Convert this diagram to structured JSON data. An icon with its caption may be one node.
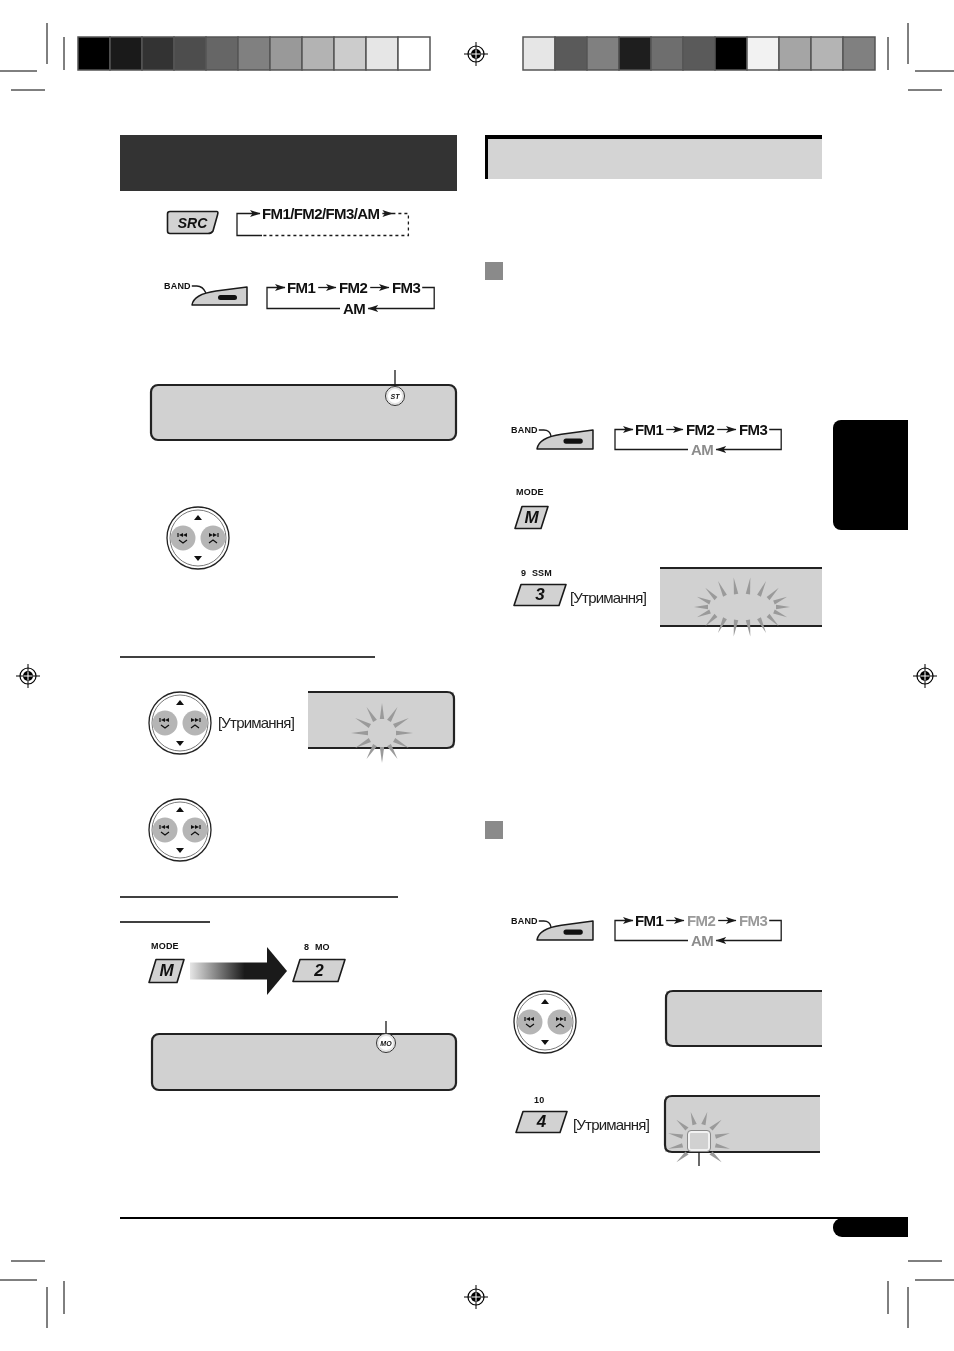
{
  "diagram": {
    "nodes": [
      {
        "text": [],
        "shape": "bar"
      },
      {
        "text": [
          "SRC"
        ]
      },
      {
        "text": [
          "FM1/FM2/FM3/AM"
        ]
      },
      {
        "text": [
          "BAND"
        ]
      },
      {
        "text": [],
        "shape": "button"
      },
      {
        "text": [
          "FM1"
        ]
      },
      {
        "text": [
          "FM2"
        ]
      },
      {
        "text": [
          "FM3"
        ]
      },
      {
        "text": [
          "AM"
        ]
      },
      {
        "text": [
          "ST"
        ]
      },
      {
        "text": [
          "M"
        ],
        "beside": [
          "MODE"
        ]
      },
      {
        "text": [
          "2"
        ],
        "beside": [
          "8 MO"
        ]
      },
      {
        "text": [
          "MO"
        ]
      },
      {
        "text": [],
        "shape": "bar"
      },
      {
        "text": [
          "BAND"
        ]
      },
      {
        "text": [],
        "shape": "button"
      },
      {
        "text": [
          "FM1"
        ]
      },
      {
        "text": [
          "FM2"
        ]
      },
      {
        "text": [
          "FM3"
        ]
      },
      {
        "text": [
          "AM"
        ]
      },
      {
        "text": [
          "M"
        ],
        "beside": [
          "MODE"
        ]
      },
      {
        "text": [
          "3"
        ],
        "beside": [
          "9 SSM",
          "[Утримання]"
        ]
      },
      {
        "text": [],
        "shape": "box"
      },
      {
        "text": [
          "BAND"
        ]
      },
      {
        "text": [],
        "shape": "button"
      },
      {
        "text": [
          "FM1"
        ]
      },
      {
        "text": [
          "FM2"
        ]
      },
      {
        "text": [
          "FM3"
        ]
      },
      {
        "text": [
          "AM"
        ]
      },
      {
        "text": [
          "4"
        ],
        "beside": [
          "10",
          "[Утримання]"
        ]
      },
      {
        "text": [],
        "shape": "box"
      },
      {
        "text": [],
        "shape": "box"
      }
    ],
    "edges": [
      {
        "from": 2,
        "to": 2,
        "arrow": "to",
        "style": "dashed"
      },
      {
        "from": 3,
        "to": 4,
        "arrow": "none"
      },
      {
        "from": 5,
        "to": 6,
        "arrow": "to"
      },
      {
        "from": 6,
        "to": 7,
        "arrow": "to"
      },
      {
        "from": 7,
        "to": 8,
        "arrow": "to"
      },
      {
        "from": 8,
        "to": 5,
        "arrow": "to"
      },
      {
        "from": null,
        "to": 9,
        "arrow": "none"
      },
      {
        "from": 10,
        "to": 11,
        "arrow": "to",
        "style": "thick"
      },
      {
        "from": null,
        "to": 12,
        "arrow": "none"
      },
      {
        "from": 14,
        "to": 15,
        "arrow": "none"
      },
      {
        "from": 16,
        "to": 17,
        "arrow": "to"
      },
      {
        "from": 17,
        "to": 18,
        "arrow": "to"
      },
      {
        "from": 18,
        "to": 19,
        "arrow": "to"
      },
      {
        "from": 19,
        "to": 16,
        "arrow": "to"
      },
      {
        "from": 23,
        "to": 24,
        "arrow": "none"
      },
      {
        "from": 25,
        "to": 26,
        "arrow": "to"
      },
      {
        "from": 26,
        "to": 27,
        "arrow": "to"
      },
      {
        "from": 27,
        "to": 28,
        "arrow": "to"
      },
      {
        "from": 28,
        "to": 25,
        "arrow": "to"
      },
      {
        "from": null,
        "to": 30,
        "arrow": "none"
      }
    ],
    "labels": [
      "[Утримання]"
    ]
  }
}
